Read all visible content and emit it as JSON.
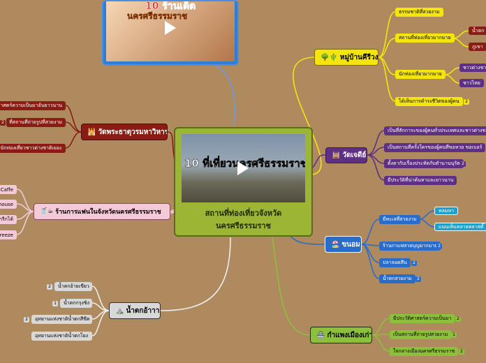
{
  "center": {
    "title_line1": "สถานที่ท่องเที่ยวจังหวัด",
    "title_line2": "นครศรีธรรมราช",
    "video_caption": "10 ที่เที่ยวนครศรีธรรมราช"
  },
  "top_video": {
    "caption_line1": "10 ร้านเด็ด",
    "caption_line2": "นครศรีธรรมราช"
  },
  "branches": {
    "village": {
      "label": "หมู่บ้านคีรีวง",
      "icon": "🌳🌵",
      "children": [
        {
          "label": "ธรรมชาติที่สวยงาม"
        },
        {
          "label": "สถานที่ท่องเที่ยวมากมาย",
          "sub": [
            "น้ำตก",
            "ภูเขา"
          ]
        },
        {
          "label": "นักท่องเที่ยวมากมาย",
          "sub": [
            "ชาวต่างชาติ",
            "ชาวไทย"
          ]
        },
        {
          "label": "ได้เห็นการดำรงชีวิตของผู้คน",
          "badge": "2"
        }
      ]
    },
    "chedi": {
      "label": "วัดเจดีย์",
      "icon": "🕍",
      "children": [
        {
          "label": "เป็นที่สักการะของผู้คนทั่วประเทศและชาวต่างชาติ"
        },
        {
          "label": "เป็นสถานที่ครั้งใครของผู้คนที่ขอหวย ขอเบอร์"
        },
        {
          "label": "ตั้งตากับเรื่องประทัดกับตำนานนุรัต",
          "badge": "2"
        },
        {
          "label": "มีประวัติที่น่าค้นหาและยาวนาน"
        }
      ]
    },
    "khanom": {
      "label": "ขนอม",
      "icon": "🏖️",
      "children": [
        {
          "label": "มีทะเลที่สวยงาม",
          "sub": [
            "หลมหา",
            "แนนเห็นหลายหลาสตั๊"
          ]
        },
        {
          "label": "ร้านกาแฟสวยบุญมากมาย",
          "badge": "2"
        },
        {
          "label": "ปลาลอดสีน",
          "badge": "2"
        },
        {
          "label": "น้ำตกสวยงาม",
          "badge": "2"
        }
      ]
    },
    "wall": {
      "label": "กำแพงเมืองเก่า",
      "icon": "🏯",
      "children": [
        {
          "label": "มีประวัติศาสตร์ความเป็นมา",
          "badge": "2"
        },
        {
          "label": "เป็นสถานที่ถ่ายรูปสวยงาม",
          "badge": "1"
        },
        {
          "label": "ใจกลางเมืองนครศรีธรรมราช",
          "badge": "2"
        }
      ]
    },
    "waterfall": {
      "label": "น้ำตกอ้าาา",
      "icon": "⛰️",
      "children": [
        {
          "label": "น้ำตกอ้ายเขียว",
          "badge": "2"
        },
        {
          "label": "น้ำตกกรุงชิง",
          "badge": "1"
        },
        {
          "label": "อุทยานแห่งชาติน้ำตกสีขีด",
          "badge": "2"
        },
        {
          "label": "อุทยานแห่งชาติน้ำตกโยง"
        }
      ]
    },
    "cafe": {
      "label": "ร้านการแฟนในจังหวัดนครศรีธรรมราช",
      "icon": "🥤☕",
      "children": [
        {
          "label": "Caffe"
        },
        {
          "label": "house"
        },
        {
          "label": "กรีกได้"
        },
        {
          "label": "reeze"
        }
      ]
    },
    "temple": {
      "label": "วัดพระธาตุวรมหาวิหาร",
      "icon": "🕌",
      "children": [
        {
          "label": "าศตร์ความเป็นมาอันยาวนาน"
        },
        {
          "label": "ที่สถานที่ถ่ายรูปที่สวยงาม",
          "badge": "2"
        },
        {
          "label": "นักท่องเที่ยวชาวต่างชาติเยอะ"
        }
      ]
    }
  },
  "colors": {
    "background": "#b08a5f",
    "center_box": "#9db535",
    "yellow": "#f4e40f",
    "purple": "#5e2f82",
    "blue": "#2a6cc9",
    "green": "#8cbf3a",
    "gray": "#d8d8d8",
    "pink": "#f4c9d8",
    "red": "#8a1c14"
  }
}
